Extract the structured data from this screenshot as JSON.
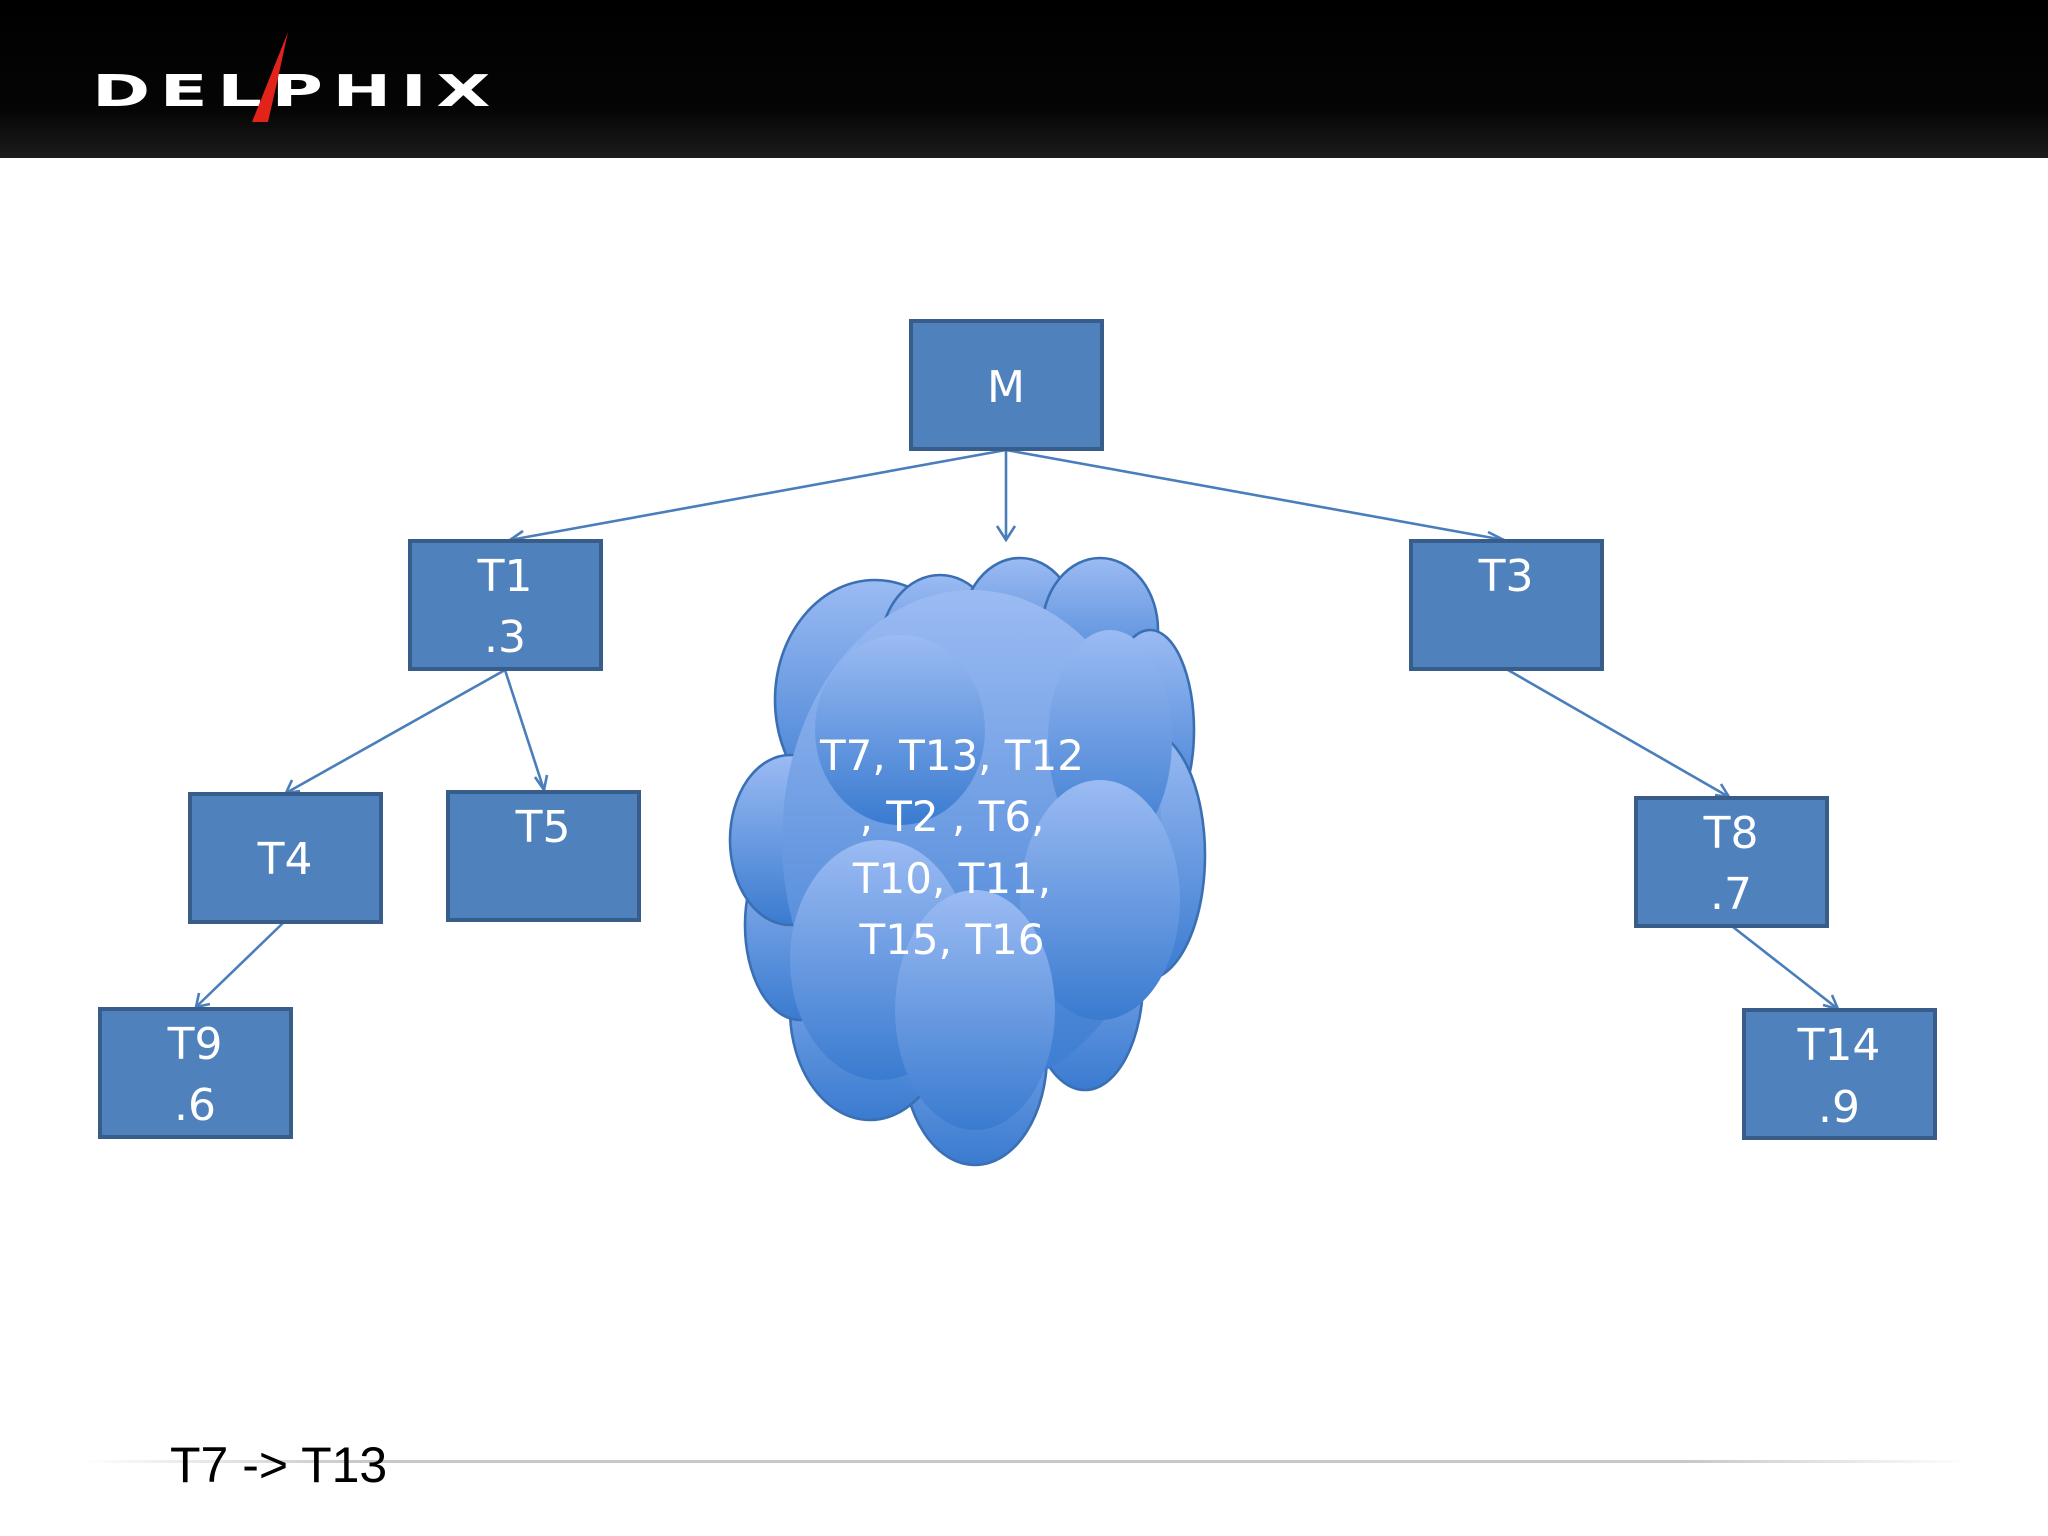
{
  "header": {
    "logo_text": "DELPHIX"
  },
  "diagram": {
    "root": {
      "label": "M"
    },
    "t1": {
      "label": "T1",
      "value": ".3"
    },
    "t3": {
      "label": "T3"
    },
    "t4": {
      "label": "T4"
    },
    "t5": {
      "label": "T5"
    },
    "t9": {
      "label": "T9",
      "value": ".6"
    },
    "t8": {
      "label": "T8",
      "value": ".7"
    },
    "t14": {
      "label": "T14",
      "value": ".9"
    },
    "cloud": {
      "lines": [
        "T7, T13, T12",
        ", T2 , T6,",
        "T10, T11,",
        "T15, T16"
      ]
    }
  },
  "footer": {
    "note": "T7 -> T13"
  },
  "colors": {
    "box_fill": "#4f81bd",
    "box_border": "#385d8a",
    "edge": "#4a7ebb",
    "cloud_top": "#9bbbf3",
    "cloud_bottom": "#3a7bd0"
  }
}
